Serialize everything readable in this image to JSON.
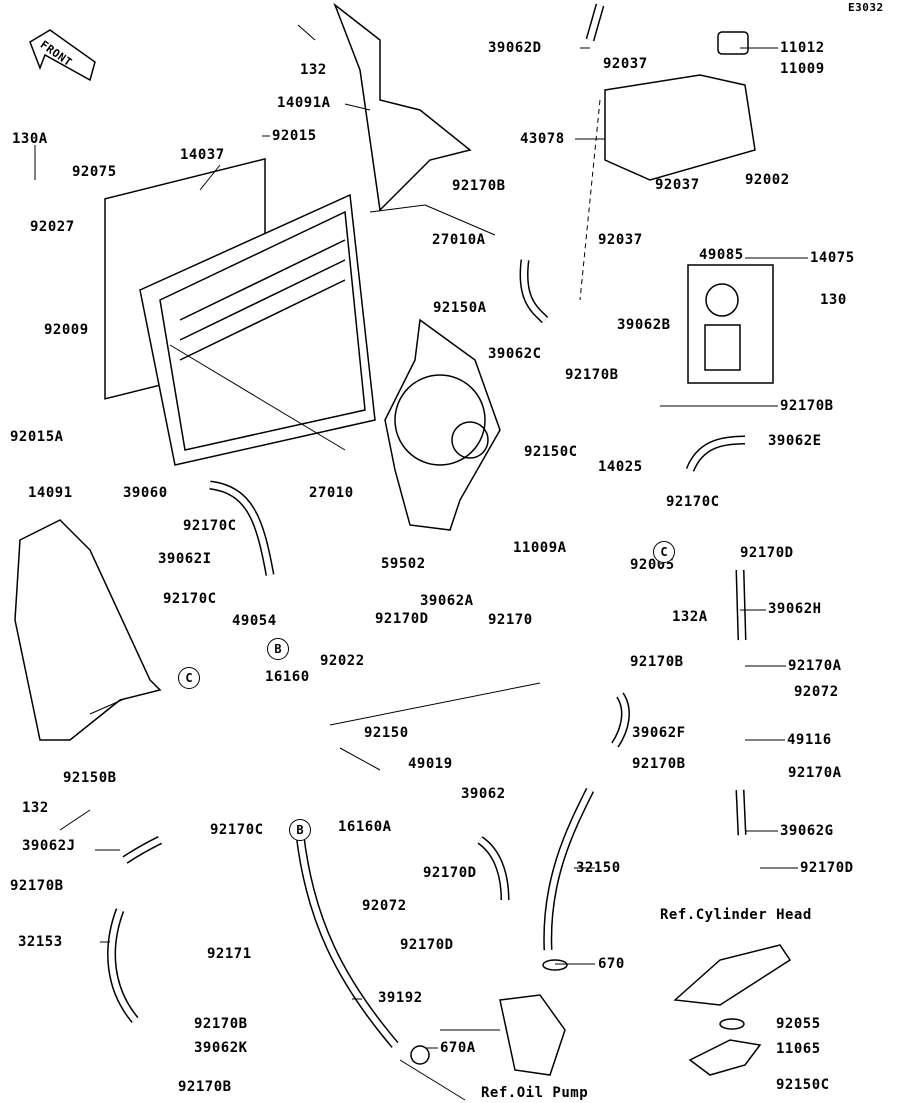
{
  "diagram_code": "E3032",
  "front_badge": "FRONT",
  "labels": [
    "39062D",
    "92037",
    "11012",
    "11009",
    "132",
    "14091A",
    "43078",
    "92015",
    "130A",
    "14037",
    "92075",
    "92037",
    "92002",
    "92170B",
    "27010A",
    "92037",
    "49085",
    "14075",
    "92027",
    "92150A",
    "130",
    "39062B",
    "92009",
    "39062C",
    "92170B",
    "92170B",
    "92015A",
    "39062E",
    "92150C",
    "14025",
    "39060",
    "27010",
    "14091",
    "92170C",
    "92170C",
    "59502",
    "39062I",
    "11009A",
    "92170D",
    "92005",
    "92170C",
    "39062A",
    "92170D",
    "92170",
    "132A",
    "39062H",
    "49054",
    "92022",
    "16160",
    "92170B",
    "92170A",
    "92072",
    "92150",
    "39062F",
    "49116",
    "92170B",
    "49019",
    "92170A",
    "132",
    "92150B",
    "39062",
    "16160A",
    "92170C",
    "39062J",
    "39062G",
    "32150",
    "92170D",
    "92170B",
    "92170D",
    "Ref.Cylinder Head",
    "92072",
    "32153",
    "92171",
    "92170D",
    "670",
    "39192",
    "92170B",
    "92055",
    "39062K",
    "11065",
    "670A",
    "Ref.Oil Pump",
    "92170B",
    "92150C"
  ],
  "refs": [
    "B",
    "C",
    "C",
    "B"
  ]
}
